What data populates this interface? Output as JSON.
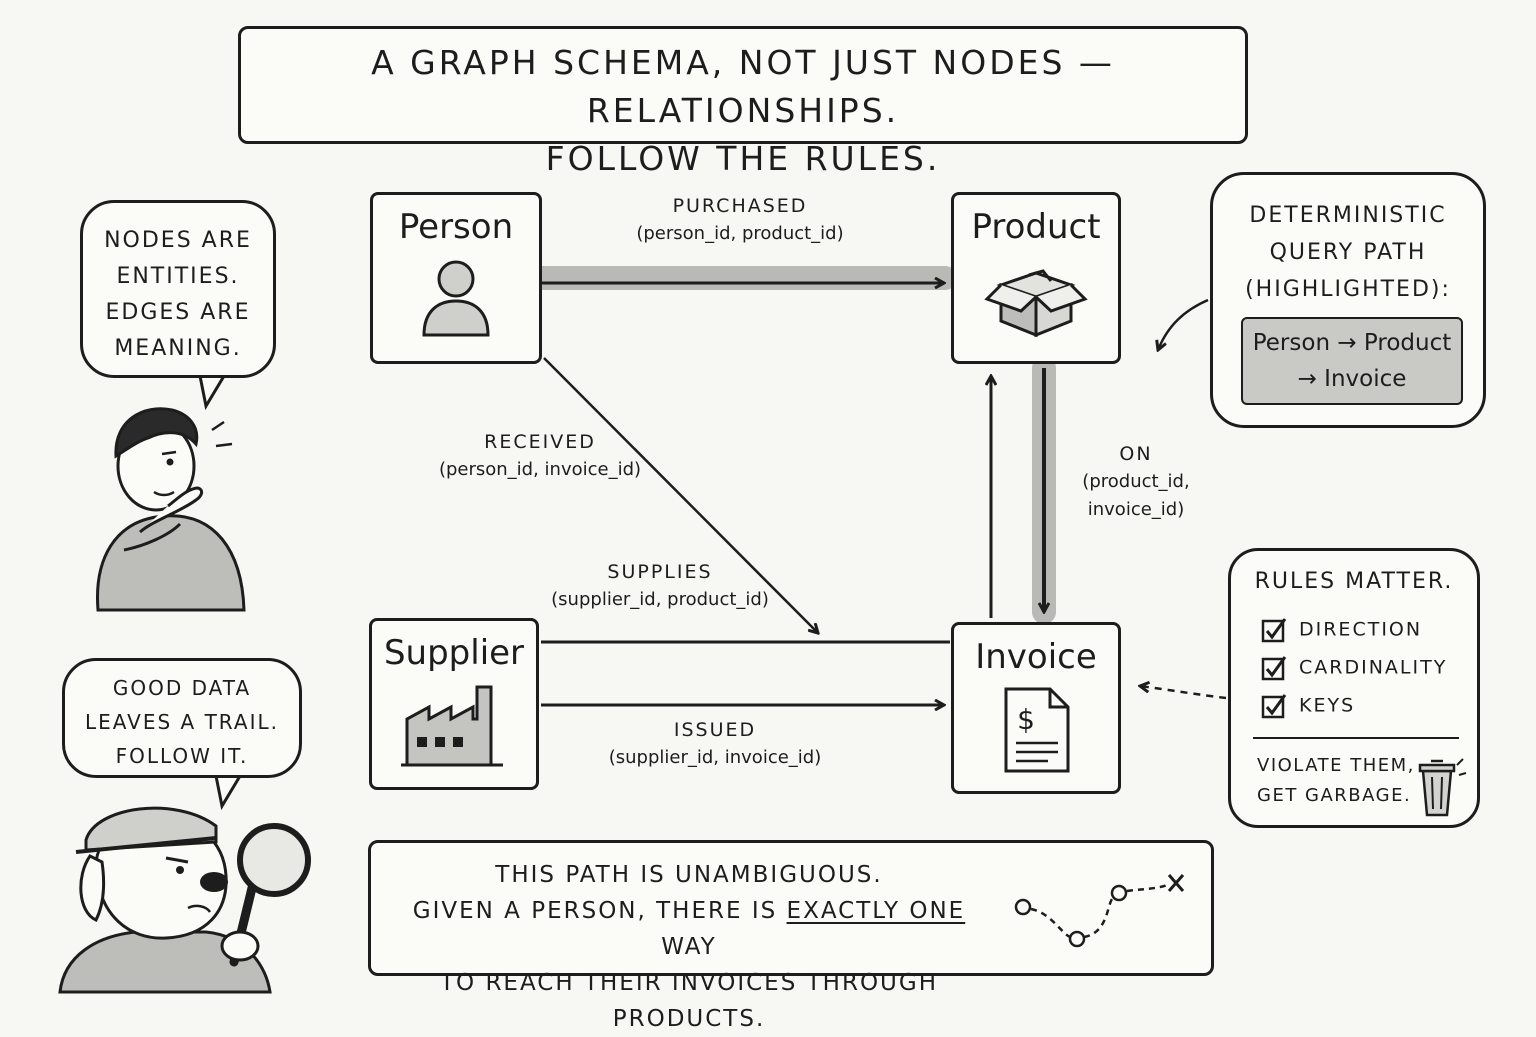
{
  "title": {
    "line1": "A GRAPH SCHEMA, NOT JUST NODES — RELATIONSHIPS.",
    "line2": "FOLLOW THE RULES."
  },
  "nodes": {
    "person": "Person",
    "product": "Product",
    "supplier": "Supplier",
    "invoice": "Invoice"
  },
  "edges": {
    "purchased": {
      "name": "PURCHASED",
      "keys": "(person_id, product_id)"
    },
    "received": {
      "name": "RECEIVED",
      "keys": "(person_id, invoice_id)"
    },
    "supplies": {
      "name": "SUPPLIES",
      "keys": "(supplier_id, product_id)"
    },
    "issued": {
      "name": "ISSUED",
      "keys": "(supplier_id, invoice_id)"
    },
    "on": {
      "name": "ON",
      "keys_line1": "(product_id,",
      "keys_line2": "invoice_id)"
    }
  },
  "bubbles": {
    "nodes_entities": [
      "Nodes are",
      "entities.",
      "Edges are",
      "meaning."
    ],
    "trail": [
      "Good data",
      "leaves a trail.",
      "Follow it."
    ]
  },
  "query_path": {
    "heading": [
      "DETERMINISTIC",
      "QUERY PATH",
      "(HIGHLIGHTED):"
    ],
    "path_line1": "Person → Product",
    "path_line2": "→ Invoice"
  },
  "rules": {
    "title": "Rules matter.",
    "items": [
      "Direction",
      "Cardinality",
      "Keys"
    ],
    "warning_line1": "Violate them,",
    "warning_line2": "get garbage."
  },
  "footer": {
    "line1": "This path is unambiguous.",
    "line2_pre": "Given a person, there is ",
    "line2_emph": "exactly one",
    "line2_post": " way",
    "line3": "to reach their invoices through products."
  },
  "icons": [
    "person-icon",
    "box-icon",
    "factory-icon",
    "invoice-dollar-icon",
    "checkbox-icon",
    "trash-can-icon",
    "treasure-path-icon",
    "thinking-man-icon",
    "detective-dog-icon"
  ],
  "colors": {
    "highlight": "#b9b9b6",
    "ink": "#1d1d1d",
    "paper": "#f7f7f4"
  }
}
